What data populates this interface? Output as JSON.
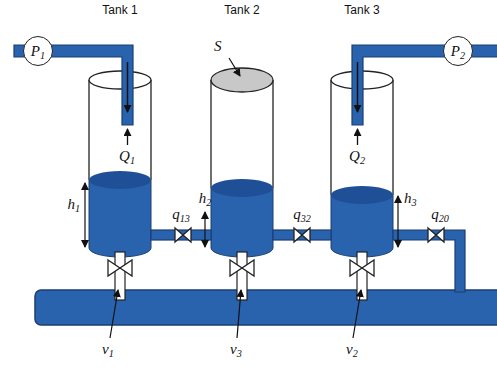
{
  "diagram": {
    "nodes": [
      {
        "text": [
          "P1"
        ]
      },
      {
        "text": [
          "P2"
        ]
      }
    ],
    "labels": [
      "Tank 1",
      "Tank 2",
      "Tank 3",
      "S",
      "Q1",
      "Q2",
      "h1",
      "h2",
      "h3",
      "q13",
      "q32",
      "q20",
      "v1",
      "v3",
      "v2"
    ]
  }
}
